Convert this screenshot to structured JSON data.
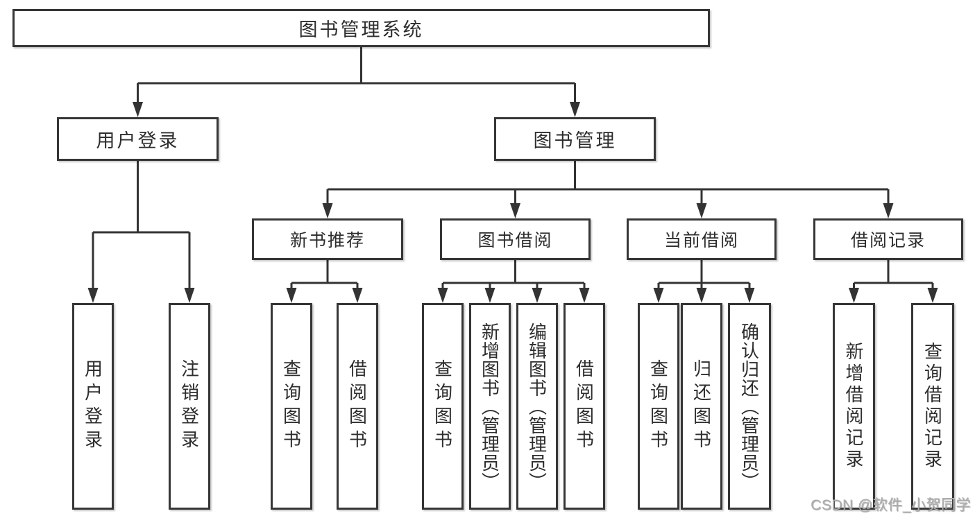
{
  "nodes": {
    "root": "图书管理系统",
    "l1": [
      "用户登录",
      "图书管理"
    ],
    "l2": [
      "新书推荐",
      "图书借阅",
      "当前借阅",
      "借阅记录"
    ],
    "leaf": [
      "用户登录",
      "注销登录",
      "查询图书",
      "借阅图书",
      "查询图书",
      "新增图书（管理员）",
      "编辑图书（管理员）",
      "借阅图书",
      "查询图书",
      "归还图书",
      "确认归还（管理员）",
      "新增借阅记录",
      "查询借阅记录"
    ]
  },
  "watermark": "CSDN @软件_小贺同学",
  "colors": {
    "line": "#333333",
    "box_border": "#363636",
    "text": "#2d2d2d",
    "watermark": "#aeaeae",
    "background": "#ffffff"
  }
}
